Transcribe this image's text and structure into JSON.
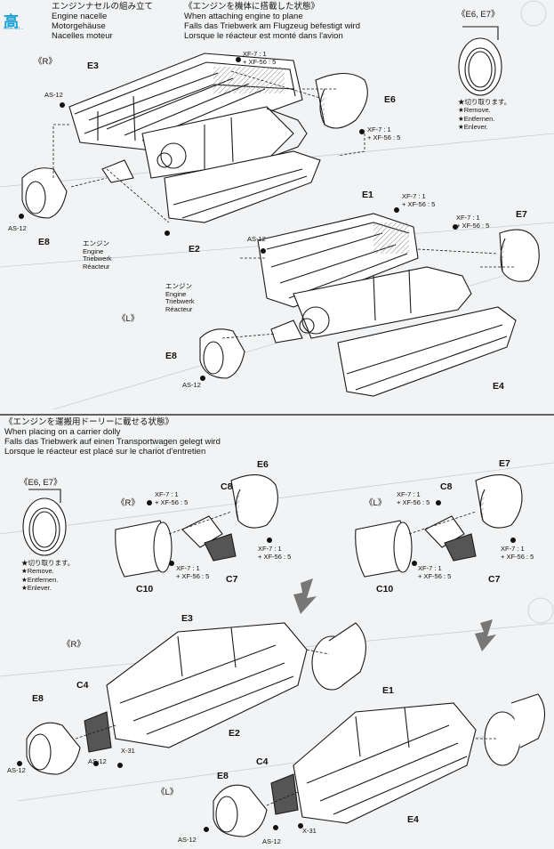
{
  "watermark": {
    "main": "高",
    "sub": "moe.sh..."
  },
  "section_top": {
    "title_jp": "エンジンナセルの組み立て",
    "title_en": "Engine nacelle",
    "title_de": "Motorgehäuse",
    "title_fr": "Nacelles moteur",
    "attach_jp": "《エンジンを機体に搭載した状態》",
    "attach_en": "When attaching engine to plane",
    "attach_de": "Falls das Triebwerk am Flugzeug befestigt wird",
    "attach_fr": "Lorsque le réacteur est monté dans l'avion",
    "inset_title": "《E6, E7》",
    "remove_jp": "★切り取ります。",
    "remove_en": "★Remove.",
    "remove_de": "★Entfernen.",
    "remove_fr": "★Enlever."
  },
  "top_labels": {
    "R": "《R》",
    "L": "《L》",
    "E3": "E3",
    "E6": "E6",
    "E8a": "E8",
    "E2": "E2",
    "E1": "E1",
    "E7": "E7",
    "E8b": "E8",
    "E4": "E4",
    "AS12a": "AS-12",
    "AS12b": "AS-12",
    "AS12c": "AS-12",
    "AS12d": "AS-12",
    "paint1a": "XF-7 : 1",
    "paint1b": "+ XF-56 : 5",
    "paint2a": "XF-7 : 1",
    "paint2b": "+ XF-56 : 5",
    "paint3a": "XF-7 : 1",
    "paint3b": "+ XF-56 : 5",
    "paint4a": "XF-7 : 1",
    "paint4b": "+ XF-56 : 5",
    "engine1_jp": "エンジン",
    "engine1_en": "Engine",
    "engine1_de": "Triebwerk",
    "engine1_fr": "Réacteur",
    "engine2_jp": "エンジン",
    "engine2_en": "Engine",
    "engine2_de": "Triebwerk",
    "engine2_fr": "Réacteur"
  },
  "section_bottom": {
    "dolly_jp": "《エンジンを運搬用ドーリーに載せる状態》",
    "dolly_en": "When placing on a carrier dolly",
    "dolly_de": "Falls das Triebwerk auf einen Transportwagen gelegt wird",
    "dolly_fr": "Lorsque le réacteur est placé sur le chariot d'entretien",
    "inset_title": "《E6, E7》",
    "remove_jp": "★切り取ります。",
    "remove_en": "★Remove.",
    "remove_de": "★Entfernen.",
    "remove_fr": "★Enlever."
  },
  "bottom_labels": {
    "R1": "《R》",
    "L1": "《L》",
    "R2": "《R》",
    "L2": "《L》",
    "E6": "E6",
    "C8a": "C8",
    "C8b": "C8",
    "E7": "E7",
    "C10a": "C10",
    "C7a": "C7",
    "C10b": "C10",
    "C7b": "C7",
    "E3": "E3",
    "E2": "E2",
    "E1": "E1",
    "E4": "E4",
    "E8a": "E8",
    "C4a": "C4",
    "E8b": "E8",
    "C4b": "C4",
    "AS12a": "AS-12",
    "AS12b": "AS-12",
    "AS12c": "AS-12",
    "AS12d": "AS-12",
    "X31a": "X-31",
    "X31b": "X-31",
    "p1a": "XF-7 : 1",
    "p1b": "+ XF-56 : 5",
    "p2a": "XF-7 : 1",
    "p2b": "+ XF-56 : 5",
    "p3a": "XF-7 : 1",
    "p3b": "+ XF-56 : 5",
    "p4a": "XF-7 : 1",
    "p4b": "+ XF-56 : 5",
    "p5a": "XF-7 : 1",
    "p5b": "+ XF-56 : 5",
    "p6a": "XF-7 : 1",
    "p6b": "+ XF-56 : 5"
  }
}
